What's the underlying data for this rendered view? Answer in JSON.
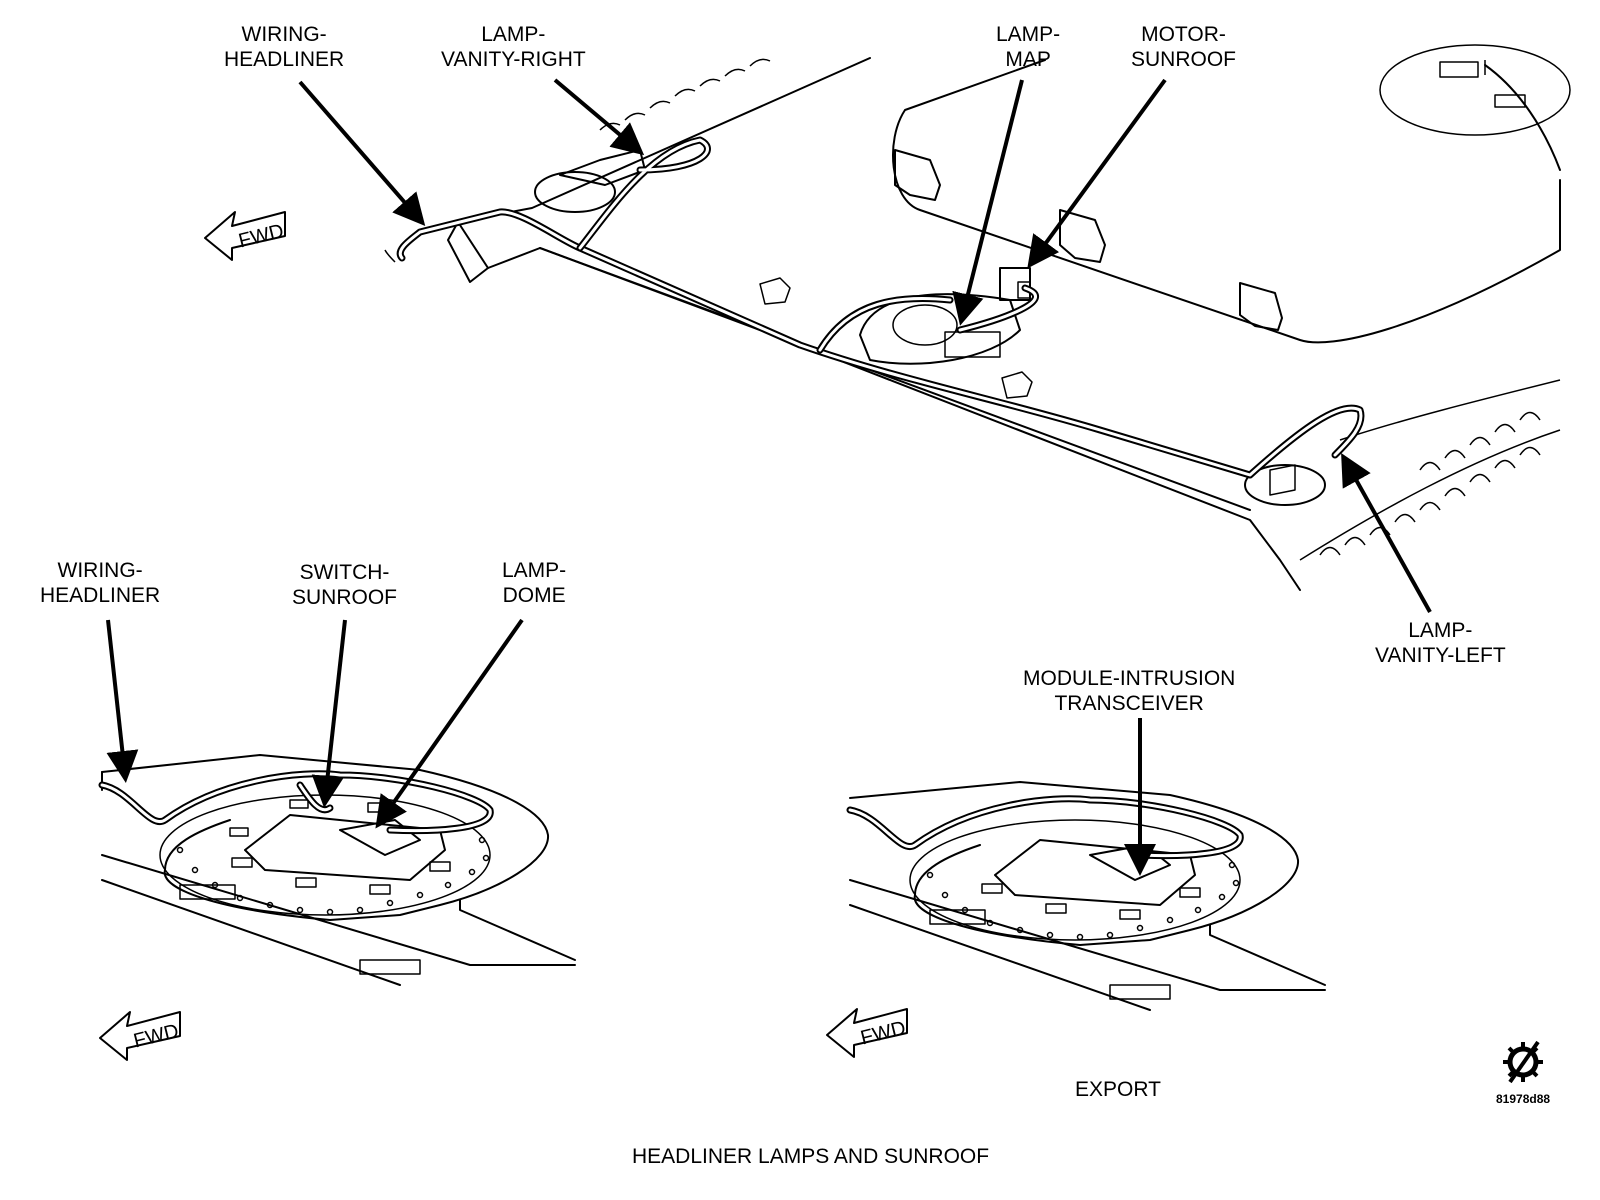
{
  "callouts": {
    "wiring_headliner_top": [
      "WIRING-",
      "HEADLINER"
    ],
    "lamp_vanity_right": [
      "LAMP-",
      "VANITY-RIGHT"
    ],
    "lamp_map": [
      "LAMP-",
      "MAP"
    ],
    "motor_sunroof": [
      "MOTOR-",
      "SUNROOF"
    ],
    "lamp_vanity_left": [
      "LAMP-",
      "VANITY-LEFT"
    ],
    "wiring_headliner_bottom": [
      "WIRING-",
      "HEADLINER"
    ],
    "switch_sunroof": [
      "SWITCH-",
      "SUNROOF"
    ],
    "lamp_dome": [
      "LAMP-",
      "DOME"
    ],
    "module_intrusion": [
      "MODULE-INTRUSION",
      "TRANSCEIVER"
    ]
  },
  "fwd_label": "FWD",
  "export_label": "EXPORT",
  "title": "HEADLINER LAMPS AND SUNROOF",
  "figure_id": "81978d88",
  "icons": [
    "forward-arrow-icon",
    "no-symbol-gear-icon"
  ]
}
